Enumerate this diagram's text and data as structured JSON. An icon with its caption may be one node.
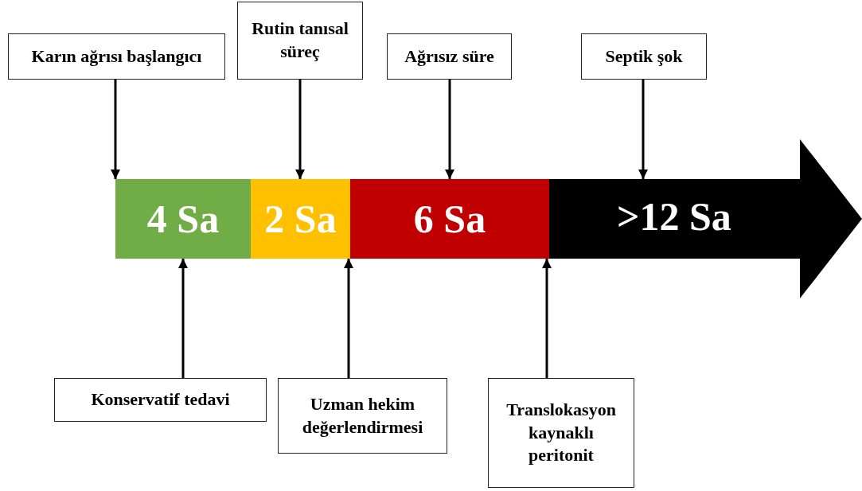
{
  "diagram": {
    "nodes": [
      {
        "text": [
          "Karın ağrısı başlangıcı"
        ]
      },
      {
        "text": [
          "Rutin tanısal süreç"
        ]
      },
      {
        "text": [
          "Ağrısız süre"
        ]
      },
      {
        "text": [
          "Septik şok"
        ]
      },
      {
        "text": [
          "4 Sa"
        ]
      },
      {
        "text": [
          "2 Sa"
        ]
      },
      {
        "text": [
          "6 Sa"
        ]
      },
      {
        "text": [
          ">12 Sa"
        ]
      },
      {
        "text": [
          "Konservatif tedavi"
        ]
      },
      {
        "text": [
          "Uzman hekim değerlendirmesi"
        ]
      },
      {
        "text": [
          "Translokasyon kaynaklı peritonit"
        ]
      }
    ],
    "edges": [
      {
        "from": 0,
        "to": 4,
        "arrow": "to"
      },
      {
        "from": 1,
        "to": 5,
        "arrow": "to"
      },
      {
        "from": 2,
        "to": 6,
        "arrow": "to"
      },
      {
        "from": 3,
        "to": 7,
        "arrow": "to"
      },
      {
        "from": 8,
        "to": 4,
        "arrow": "to"
      },
      {
        "from": 9,
        "to": 5,
        "arrow": "to"
      },
      {
        "from": 10,
        "to": 6,
        "arrow": "to"
      }
    ]
  }
}
